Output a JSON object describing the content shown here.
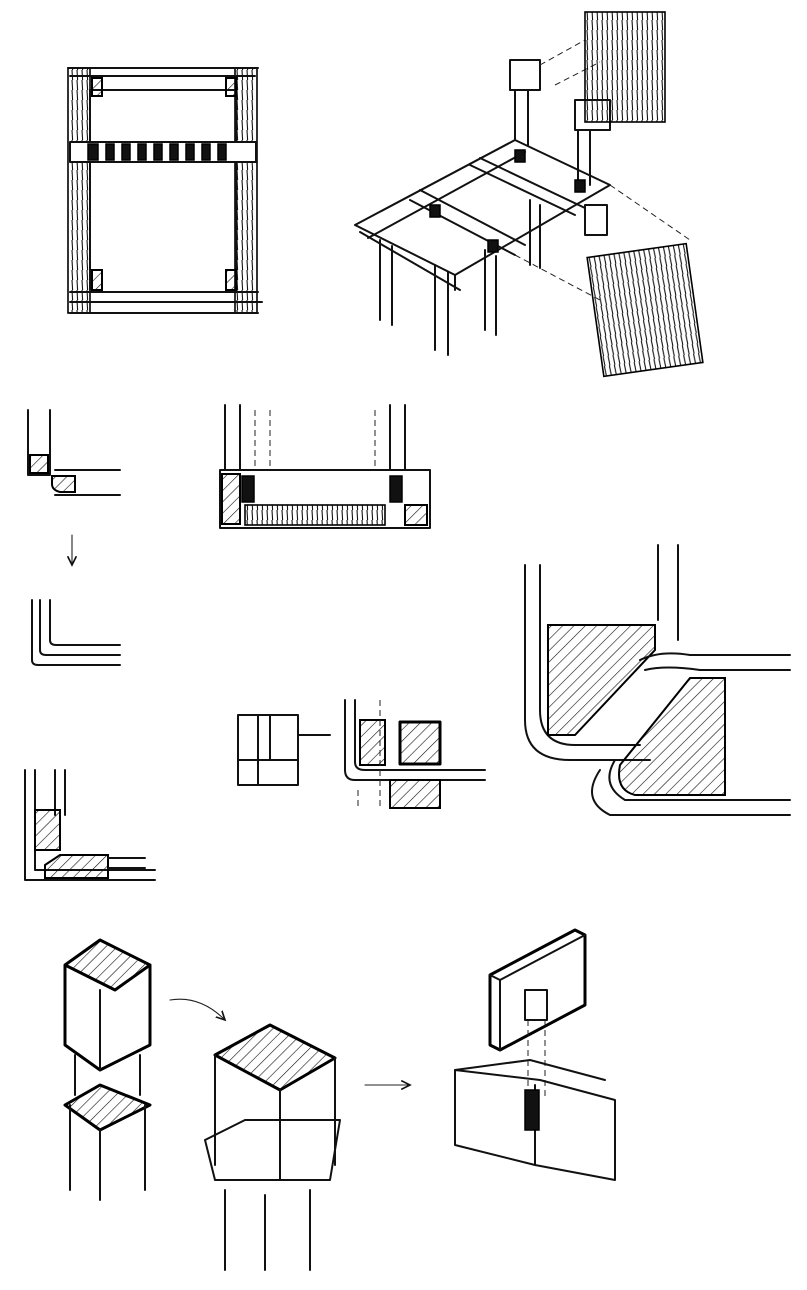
{
  "page": {
    "background": "#ffffff",
    "ink_color": "#111111"
  },
  "sketches": [
    {
      "id": "floor-plan",
      "kind": "plan-view"
    },
    {
      "id": "exploded-frame-axonometric",
      "kind": "exploded-axonometric"
    },
    {
      "id": "corner-sequence-1",
      "kind": "plan-detail"
    },
    {
      "id": "arrow-down",
      "kind": "annotation-arrow"
    },
    {
      "id": "corner-sequence-2",
      "kind": "plan-detail"
    },
    {
      "id": "wall-section",
      "kind": "section-detail"
    },
    {
      "id": "corner-joint-large",
      "kind": "plan-detail"
    },
    {
      "id": "joint-block-detail",
      "kind": "plan-detail"
    },
    {
      "id": "corner-sequence-3",
      "kind": "plan-detail"
    },
    {
      "id": "post-assembly-sequence",
      "kind": "axonometric-sequence"
    },
    {
      "id": "notched-beam-joint",
      "kind": "exploded-axonometric"
    }
  ]
}
